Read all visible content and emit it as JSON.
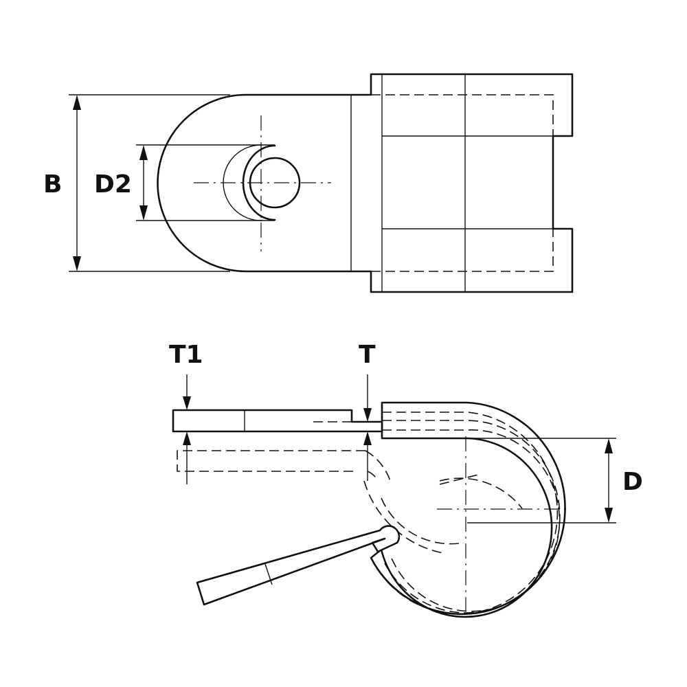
{
  "labels": {
    "b": "B",
    "d2": "D2",
    "t1": "T1",
    "t": "T",
    "d": "D"
  },
  "colors": {
    "line": "#111111",
    "background": "#ffffff"
  }
}
